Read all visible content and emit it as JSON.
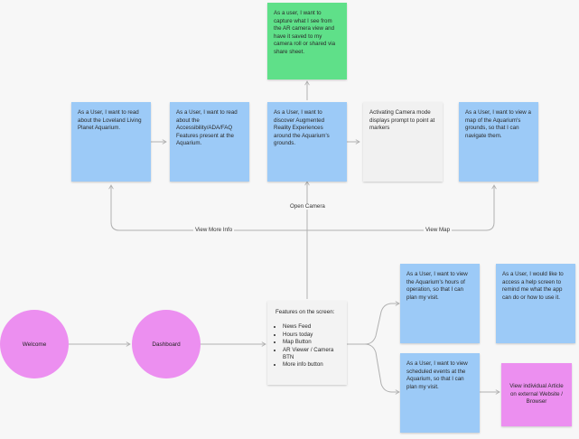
{
  "notes": {
    "green_capture": "As a user, I want to capture what I see from the AR camera view and have it saved to my camera roll or shared via share sheet.",
    "loveland": "As a User, I want to read about the Loveland Living Planet Aquarium.",
    "accessibility": "As a User, I want to read about the Accessibility/ADA/FAQ Features present at the Aquarium.",
    "ar_discover": "As a User, I want to discover Augmented Reality Experiences around the Aquarium's grounds.",
    "camera_prompt": "Activating Camera mode displays prompt to point at markers",
    "map_view": "As a User, I want to view a map of the Aquarium's grounds, so that I can navigate them.",
    "hours": "As a User, I want to view the Aquarium's hours of operation, so that I can plan my visit.",
    "help": "As a User, I would like to access a help screen to remind me what the app can do or how to use it.",
    "events": "As a User, I want to view scheduled events at the Aquarium, so that I can plan my visit.",
    "article": "View individual Article on external Website / Browser"
  },
  "nodes": {
    "welcome": "Welcome",
    "dashboard": "Dashboard"
  },
  "features": {
    "title": "Features on the screen:",
    "items": [
      "News Feed",
      "Hours today",
      "Map Button",
      "AR Viewer / Camera BTN",
      "More info button"
    ]
  },
  "edge_labels": {
    "open_camera": "Open Camera",
    "view_more_info": "View More Info",
    "view_map": "View Map"
  },
  "colors": {
    "blue_note": "#9ccaf7",
    "green_note": "#5fe089",
    "pink_node": "#ec8ff0",
    "grey_note": "#f1f1f1",
    "connector": "#b0b0b0"
  }
}
